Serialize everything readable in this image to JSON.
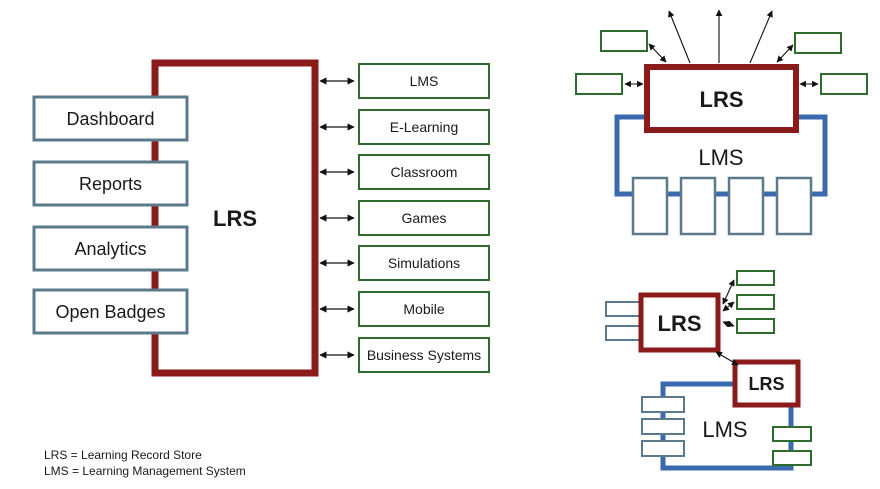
{
  "main": {
    "center_label": "LRS",
    "outputs": [
      "Dashboard",
      "Reports",
      "Analytics",
      "Open Badges"
    ],
    "sources": [
      "LMS",
      "E-Learning",
      "Classroom",
      "Games",
      "Simulations",
      "Mobile",
      "Business Systems"
    ]
  },
  "top_right": {
    "lrs_label": "LRS",
    "lms_label": "LMS"
  },
  "bottom_right": {
    "lrs_small_label": "LRS",
    "lrs_inner_label": "LRS",
    "lms_label": "LMS"
  },
  "legend": {
    "lrs_line": "LRS = Learning Record Store",
    "lms_line": "LMS = Learning Management System"
  },
  "colors": {
    "lrs_border": "#8b1a1a",
    "lms_border": "#3a6aad",
    "output_border": "#5b7a8c",
    "source_border": "#2e6b2e",
    "arrow": "#111111"
  }
}
